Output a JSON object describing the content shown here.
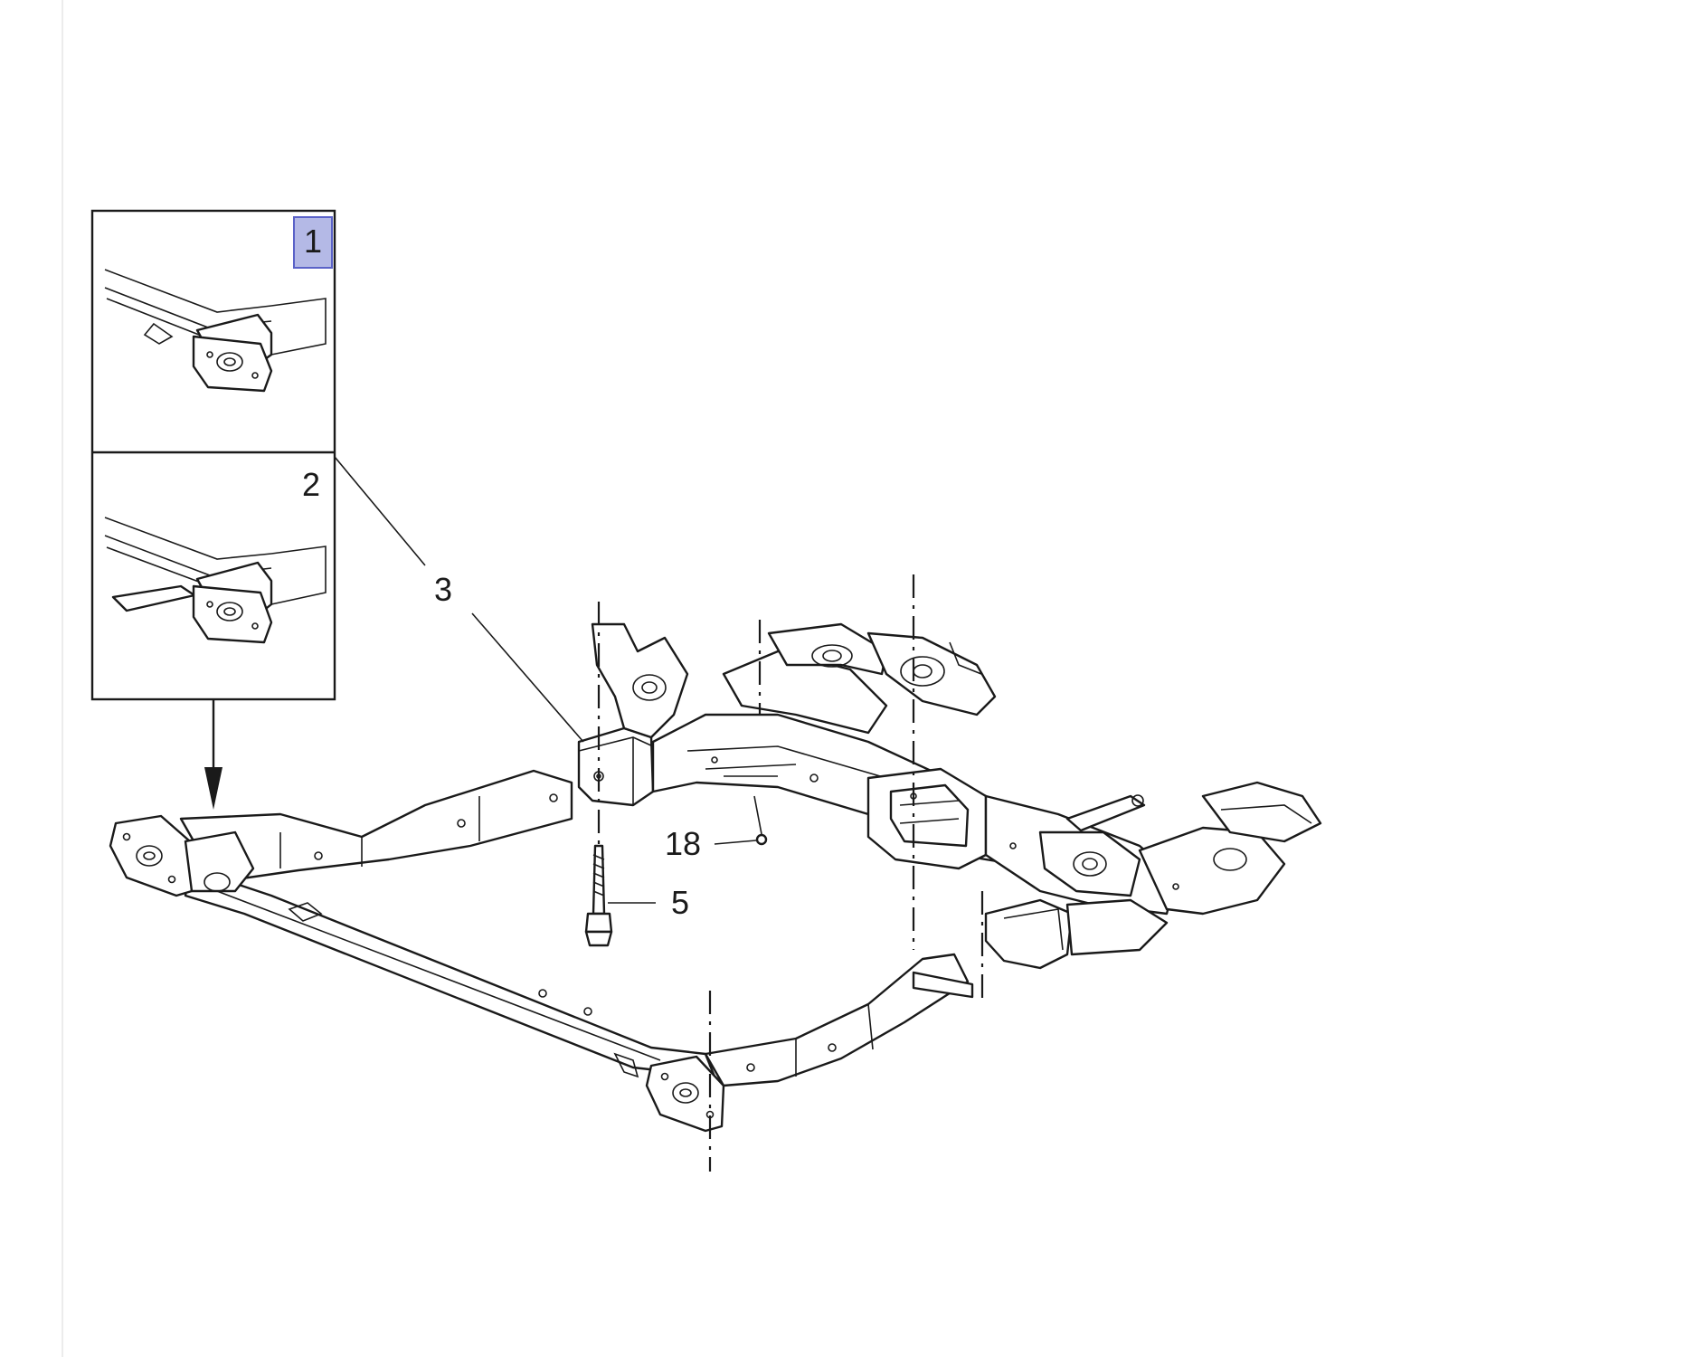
{
  "callouts": {
    "variant_1": "1",
    "variant_2": "2",
    "part_3": "3",
    "part_5": "5",
    "part_18": "18"
  },
  "colors": {
    "line": "#1a1a1a",
    "highlight_fill": "#b4b9e6",
    "highlight_border": "#5a62c8",
    "background": "#ffffff"
  }
}
